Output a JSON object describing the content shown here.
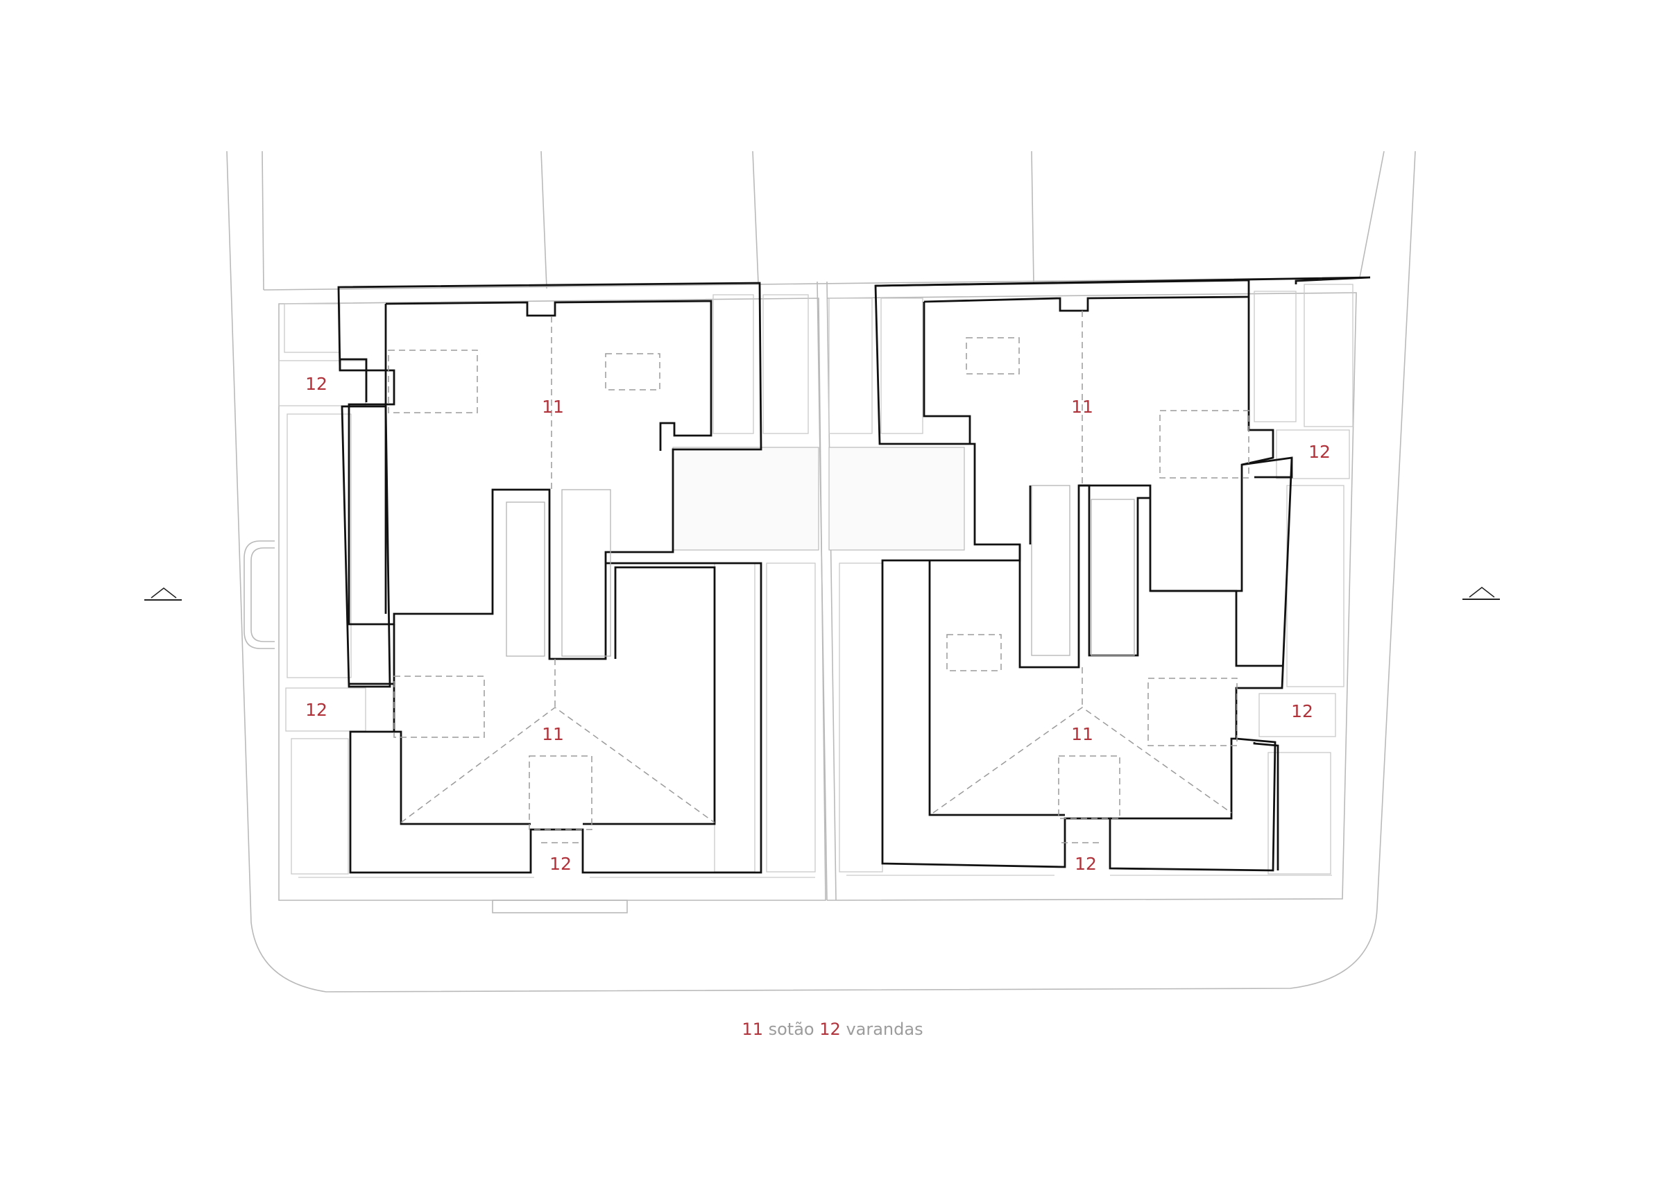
{
  "colors": {
    "label": "#b0323a",
    "legend_text": "#9c9c9c",
    "walls": "#111111",
    "site_lines": "#b9b9b9"
  },
  "rooms": {
    "attic": "11",
    "balcony": "12"
  },
  "legend": {
    "num1": "11",
    "txt1": "sotão",
    "num2": "12",
    "txt2": "varandas"
  }
}
